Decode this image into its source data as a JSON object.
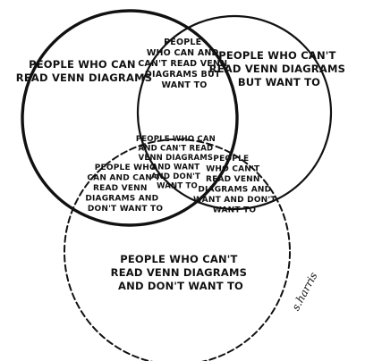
{
  "regions": {
    "can_read": {
      "lines": [
        "PEOPLE WHO CAN",
        "READ VENN DIAGRAMS"
      ]
    },
    "cant_read_want": {
      "lines": [
        "PEOPLE WHO CAN'T",
        "READ VENN DIAGRAMS",
        "BUT WANT TO"
      ]
    },
    "cant_read_dont_want": {
      "lines": [
        "PEOPLE WHO CAN'T",
        "READ VENN DIAGRAMS",
        "AND DON'T WANT TO"
      ]
    },
    "top_overlap": {
      "lines": [
        "PEOPLE",
        "WHO CAN AND",
        "CAN'T READ VENN",
        "DIAGRAMS BUT",
        "WANT TO"
      ]
    },
    "left_overlap": {
      "lines": [
        "PEOPLE WHO",
        "CAN AND CAN'T",
        "READ VENN",
        "DIAGRAMS AND",
        "DON'T WANT TO"
      ]
    },
    "right_overlap": {
      "lines": [
        "PEOPLE",
        "WHO CAN'T",
        "READ VENN",
        "DIAGRAMS AND",
        "WANT AND DON'T",
        "WANT TO"
      ]
    },
    "center": {
      "lines": [
        "PEOPLE WHO CAN",
        "AND CAN'T READ",
        "VENN DIAGRAMS",
        "AND WANT",
        "AND DON'T",
        "WANT TO"
      ]
    }
  },
  "signature": "s.harris"
}
